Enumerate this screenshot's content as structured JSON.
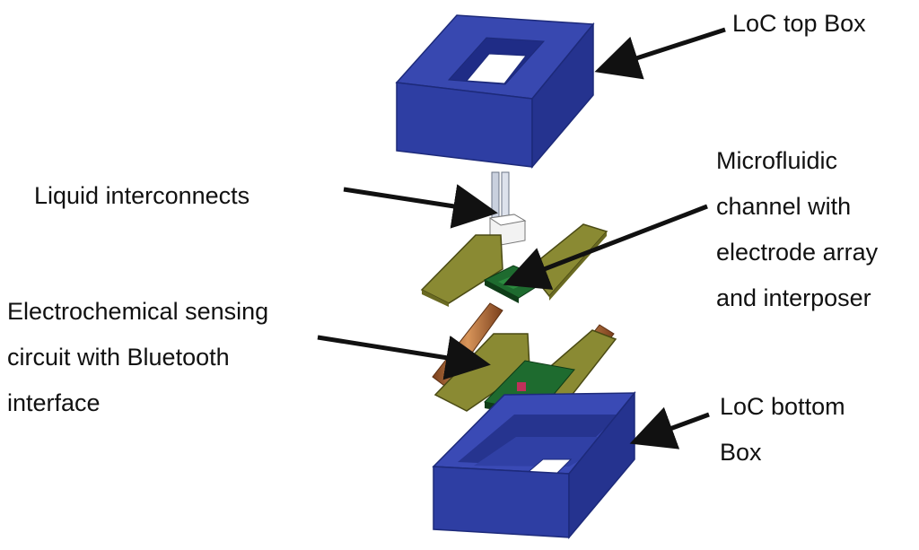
{
  "colors": {
    "box_front": "#2b3a9e",
    "box_side": "#243191",
    "box_top": "#3a4bb5",
    "pcb_green": "#1e6b2f",
    "flex_olive": "#8a8a33",
    "pins_copper": "#b26a38",
    "arrow": "#111111"
  },
  "labels": {
    "loc_top_box": "LoC top Box",
    "liquid_interconnects": "Liquid interconnects",
    "microfluidic": [
      "Microfluidic",
      "channel with",
      "electrode array",
      "and interposer"
    ],
    "electrochemical": [
      "Electrochemical sensing",
      "circuit with Bluetooth",
      "interface"
    ],
    "loc_bottom_box": [
      "LoC bottom",
      "Box"
    ]
  }
}
